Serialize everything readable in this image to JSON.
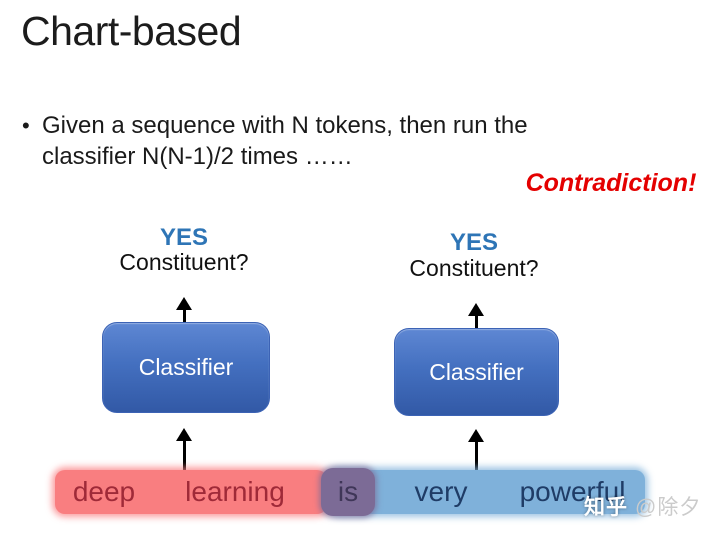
{
  "slide": {
    "title": "Chart-based",
    "bullet_marker": "•",
    "bullet": "Given a sequence with N tokens, then run the classifier N(N-1)/2 times ……",
    "annotation": "Contradiction!"
  },
  "diagram": {
    "classifiers": [
      {
        "answer": "YES",
        "question": "Constituent?",
        "label": "Classifier"
      },
      {
        "answer": "YES",
        "question": "Constituent?",
        "label": "Classifier"
      }
    ],
    "sentence_tokens": [
      {
        "text": "deep",
        "span": "left-red"
      },
      {
        "text": "learning",
        "span": "left-red"
      },
      {
        "text": "is",
        "span": "overlap"
      },
      {
        "text": "very",
        "span": "right-blue"
      },
      {
        "text": "powerful",
        "span": "right-blue"
      }
    ],
    "colors": {
      "yes_blue": "#2e75b6",
      "contradiction_red": "#e40000",
      "classifier_gradient_top": "#5e87d3",
      "classifier_gradient_bottom": "#3259a6",
      "left_span_fill": "#f97e80",
      "left_span_text": "#9f2a38",
      "overlap_span_fill": "#7c6b96",
      "overlap_span_text": "#3f3658",
      "right_span_fill": "#7fb1da",
      "right_span_text": "#1f3c66"
    }
  },
  "watermark": {
    "brand": "知乎",
    "user": "@除夕"
  }
}
